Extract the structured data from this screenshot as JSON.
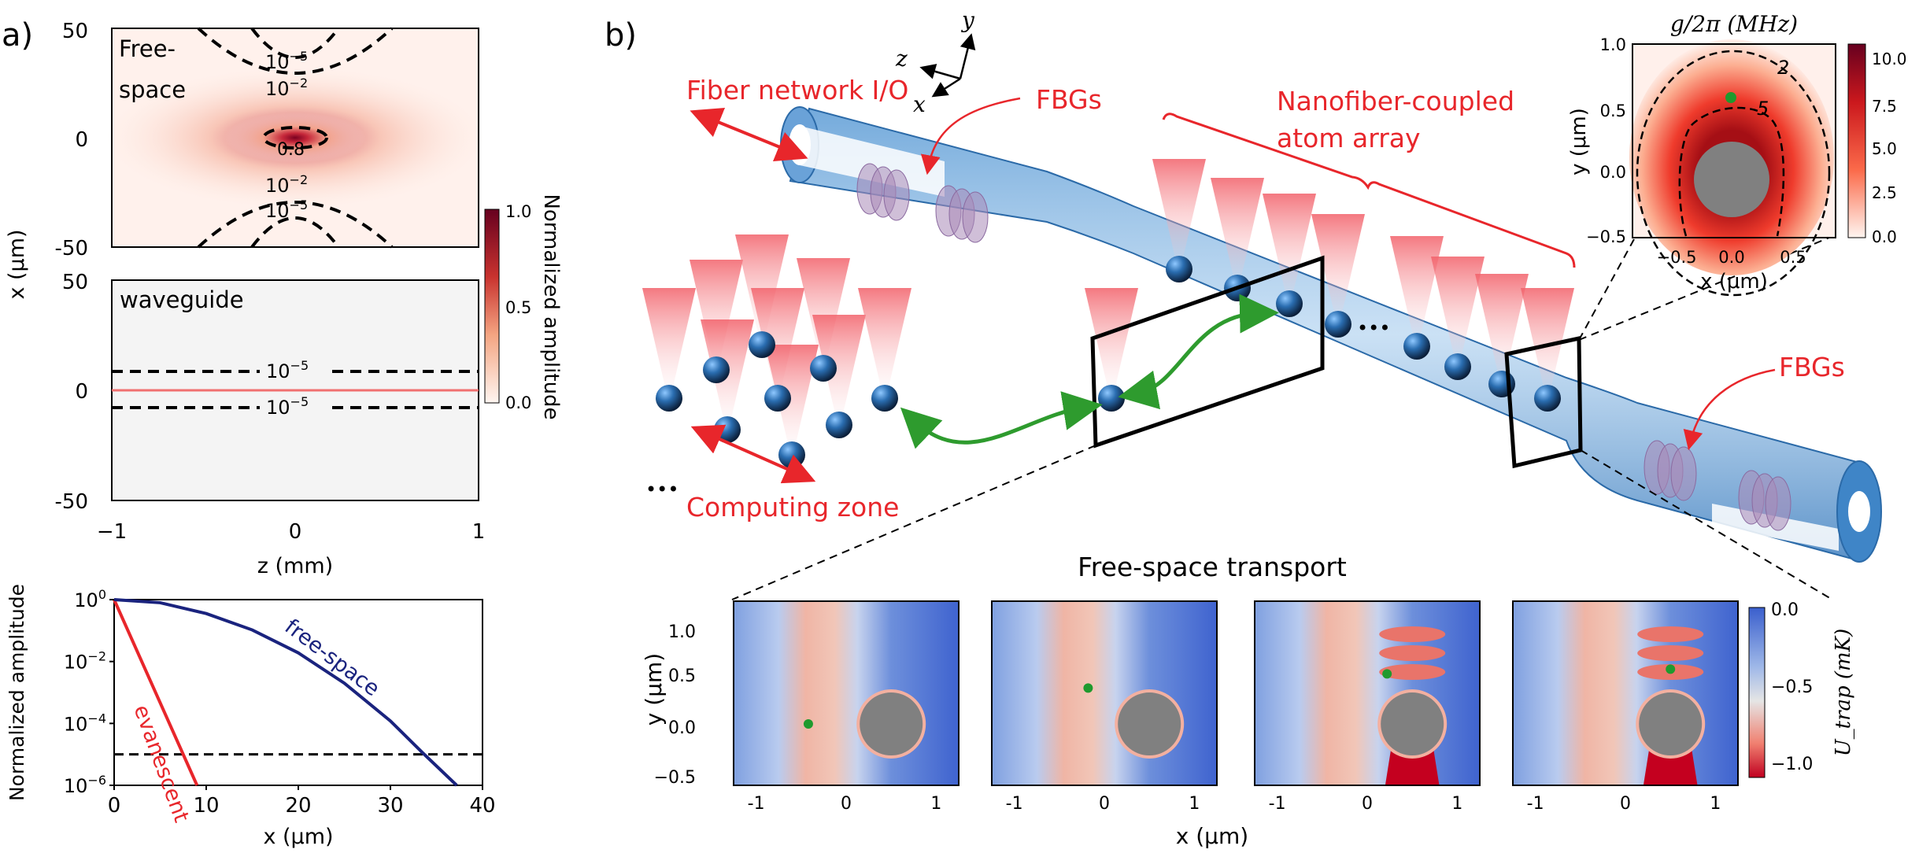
{
  "panel_a": {
    "label": "a)",
    "top": {
      "title_line1": "Free-",
      "title_line2": "space",
      "y_ticks": [
        "50",
        "0",
        "-50"
      ],
      "contours": [
        "10",
        "10",
        "0.8",
        "10",
        "10"
      ],
      "contour_exp": [
        "−5",
        "−2",
        "−2",
        "−5"
      ]
    },
    "middle": {
      "title": "waveguide",
      "y_ticks": [
        "50",
        "0",
        "-50"
      ],
      "contours": [
        "10",
        "10"
      ],
      "contour_exp": [
        "−5",
        "−5"
      ],
      "x_ticks": [
        "−1",
        "0",
        "1"
      ]
    },
    "shared_ylabel": "x (μm)",
    "xlabel": "z (mm)",
    "colorbar": {
      "label": "Normalized amplitude",
      "ticks": [
        "1.0",
        "0.5",
        "0.0"
      ]
    }
  },
  "chart_data": {
    "type": "line",
    "xlabel": "x (μm)",
    "ylabel": "Normalized amplitude",
    "xlim": [
      0,
      40
    ],
    "ylim_log10": [
      -6,
      0
    ],
    "x_ticks": [
      "0",
      "10",
      "20",
      "30",
      "40"
    ],
    "y_ticks": [
      {
        "base": "10",
        "exp": "0"
      },
      {
        "base": "10",
        "exp": "−2"
      },
      {
        "base": "10",
        "exp": "−4"
      },
      {
        "base": "10",
        "exp": "−6"
      }
    ],
    "series": [
      {
        "name": "evanescent",
        "color": "#e8262b",
        "x": [
          0,
          9
        ],
        "log10_y": [
          0,
          -6
        ]
      },
      {
        "name": "free-space",
        "color": "#1a237e",
        "x": [
          0,
          5,
          10,
          15,
          20,
          25,
          30,
          33.5,
          37.2
        ],
        "log10_y": [
          0,
          -0.1,
          -0.45,
          -0.98,
          -1.72,
          -2.7,
          -3.92,
          -4.95,
          -6
        ]
      }
    ],
    "threshold_log10": -5
  },
  "panel_b": {
    "label": "b)",
    "axes": {
      "x": "x",
      "y": "y",
      "z": "z"
    },
    "labels": {
      "fiber_io": "Fiber network I/O",
      "fbgs_left": "FBGs",
      "fbgs_right": "FBGs",
      "nano_line1": "Nanofiber-coupled",
      "nano_line2": "atom array",
      "computing": "Computing zone",
      "dots_left": "•••",
      "dots_mid": "•••"
    }
  },
  "inset": {
    "title": "g/2π (MHz)",
    "xlabel": "x (μm)",
    "ylabel": "y (μm)",
    "x_ticks": [
      "−0.5",
      "0.0",
      "0.5"
    ],
    "y_ticks": [
      "1.0",
      "0.5",
      "0.0",
      "−0.5"
    ],
    "contour_labels": [
      "2",
      "5"
    ],
    "colorbar_ticks": [
      "10.0",
      "7.5",
      "5.0",
      "2.5",
      "0.0"
    ]
  },
  "transport": {
    "title": "Free-space transport",
    "xlabel": "x (μm)",
    "ylabel": "y (μm)",
    "x_ticks": [
      "-1",
      "0",
      "1"
    ],
    "y_ticks": [
      "1.0",
      "0.5",
      "0.0",
      "−0.5"
    ],
    "atom_positions": [
      [
        -0.42,
        0.0
      ],
      [
        -0.18,
        0.38
      ],
      [
        0.22,
        0.53
      ],
      [
        0.5,
        0.58
      ]
    ],
    "colorbar_label": "U_trap (mK)",
    "colorbar_ticks": [
      "0.0",
      "−0.5",
      "−1.0"
    ]
  }
}
